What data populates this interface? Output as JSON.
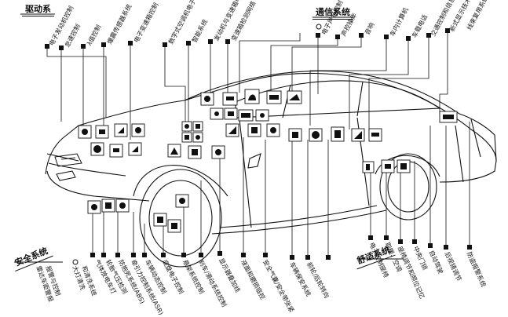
{
  "groups": {
    "drive": "驱动系",
    "comm": "通信系统",
    "safety": "安全系统",
    "comfort": "舒适系统"
  },
  "drive_labels": [
    "电子发动机控制",
    "怠速控制",
    "λ值控制",
    "爆震传感器系统",
    "电子变速箱控制",
    "数字式空调机电子控制",
    "智能系统"
  ],
  "center_labels": [
    "发动机与变速箱电子控制",
    "变速箱检测网络"
  ],
  "comm_labels": [
    "电子声音控制",
    "声控操作",
    "音响",
    "车内计算机",
    "车载电话",
    "交通控制和信息系统",
    "新式显示技术",
    "线束复用系统"
  ],
  "safety_labels": [
    "雷达车距警报",
    "报警与控制",
    "大灯清洗",
    "和清洗系统"
  ],
  "bottom_labels": [
    "气体放电车灯",
    "轮胎气压检测",
    "防抱死系统(ABS)",
    "牵引力控制系统(ASR)",
    "车辆动态控制",
    "底盘电子控制",
    "悬架系统控制",
    "刹车/滑动系统控制",
    "显示器叠加线",
    "液面和磨损临控",
    "安全气囊/安全带张紧",
    "车辆保安系统",
    "前轮/后轮转向"
  ],
  "comfort_labels": [
    "电子控制座椅",
    "取暖、空调",
    "座椅调节和照位记忆",
    "中央门锁",
    "自动驾驶",
    "后视镜调节",
    "防盗报警系统"
  ]
}
